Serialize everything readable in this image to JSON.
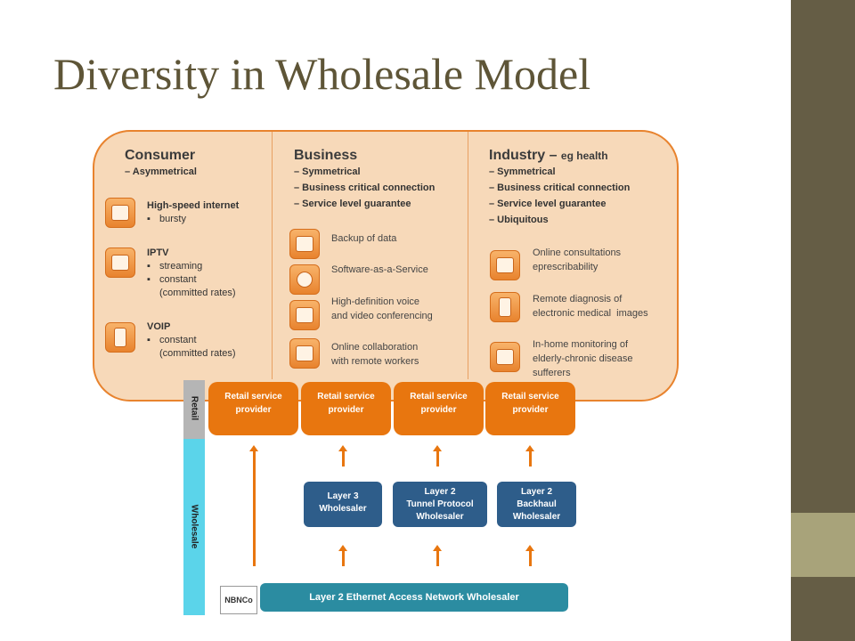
{
  "title": "Diversity in Wholesale Model",
  "consumer": {
    "heading": "Consumer",
    "sub": [
      "– Asymmetrical"
    ],
    "services": [
      {
        "name": "High-speed internet",
        "icon": "computer-icon",
        "bullets": [
          "bursty"
        ]
      },
      {
        "name": "IPTV",
        "icon": "tv-icon",
        "bullets": [
          "streaming",
          "constant",
          "(committed rates)"
        ]
      },
      {
        "name": "VOIP",
        "icon": "phone-icon",
        "bullets": [
          "constant",
          "(committed rates)"
        ]
      }
    ]
  },
  "business": {
    "heading": "Business",
    "sub": [
      "– Symmetrical",
      "– Business critical connection",
      "– Service level guarantee"
    ],
    "services": [
      {
        "name": "Backup of data",
        "icon": "computer-icon"
      },
      {
        "name": "Software-as-a-Service",
        "icon": "disc-icon"
      },
      {
        "name": "High-definition voice\nand video conferencing",
        "icon": "video-icon"
      },
      {
        "name": "Online collaboration\nwith remote workers",
        "icon": "people-icon"
      }
    ]
  },
  "industry": {
    "heading": "Industry –",
    "heading_small": "eg health",
    "sub": [
      "– Symmetrical",
      "– Business critical connection",
      "– Service level guarantee",
      "– Ubiquitous"
    ],
    "services": [
      {
        "name": "Online consultations\neprescribability",
        "icon": "monitor-icon"
      },
      {
        "name": "Remote diagnosis of\nelectronic medical  images",
        "icon": "doctor-icon"
      },
      {
        "name": "In-home monitoring of\nelderly-chronic disease\nsufferers",
        "icon": "home-icon"
      }
    ]
  },
  "retail_label": "Retail",
  "wholesale_label": "Wholesale",
  "retail_providers": [
    "Retail service\nprovider",
    "Retail service\nprovider",
    "Retail service\nprovider",
    "Retail service\nprovider"
  ],
  "wholesalers": [
    "Layer 3\nWholesaler",
    "Layer 2\nTunnel Protocol\nWholesaler",
    "Layer 2\nBackhaul\nWholesaler"
  ],
  "access_network": "Layer 2 Ethernet Access Network Wholesaler",
  "logo_text": "NBNCo",
  "colors": {
    "accent": "#e8760f",
    "wholesale_box": "#2e5d8a",
    "access_bar": "#2b8ca1",
    "title": "#5e5537"
  }
}
